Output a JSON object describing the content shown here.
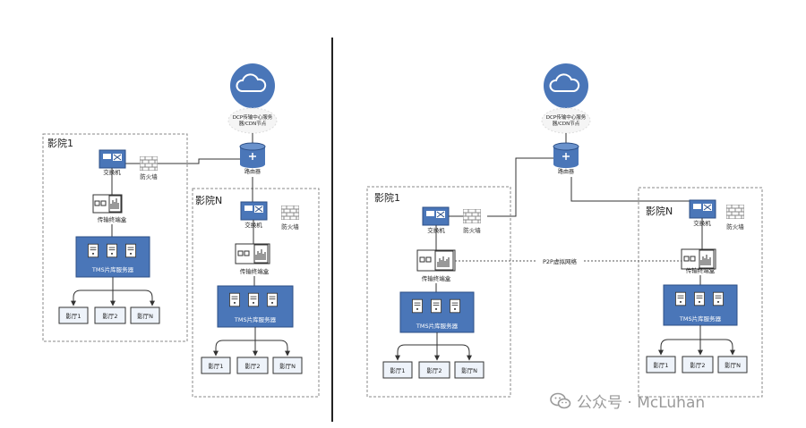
{
  "left": {
    "cloud_label_l1": "DCP传输中心服务",
    "cloud_label_l2": "器/CDN节点",
    "router": "路由器",
    "cinema1": {
      "title": "影院1",
      "switch": "交换机",
      "firewall": "防火墙",
      "terminal": "传输终端盒",
      "server": "TMS片库服务器",
      "halls": [
        "影厅1",
        "影厅2",
        "影厅N"
      ]
    },
    "cinemaN": {
      "title": "影院N",
      "switch": "交换机",
      "firewall": "防火墙",
      "terminal": "传输终端盒",
      "server": "TMS片库服务器",
      "halls": [
        "影厅1",
        "影厅2",
        "影厅N"
      ]
    }
  },
  "right": {
    "cloud_label_l1": "DCP传输中心服务",
    "cloud_label_l2": "器/CDN节点",
    "router": "路由器",
    "p2p": "P2P虚拟网络",
    "cinema1": {
      "title": "影院1",
      "switch": "交换机",
      "firewall": "防火墙",
      "terminal": "传输终端盒",
      "server": "TMS片库服务器",
      "halls": [
        "影厅1",
        "影厅2",
        "影厅N"
      ]
    },
    "cinemaN": {
      "title": "影院N",
      "switch": "交换机",
      "firewall": "防火墙",
      "terminal": "传输终端盒",
      "server": "TMS片库服务器",
      "halls": [
        "影厅1",
        "影厅2",
        "影厅N"
      ]
    }
  },
  "watermark": "公众号 · McLuhan",
  "colors": {
    "blue": "#4a76b8",
    "dark": "#2c4f86",
    "line": "#333333",
    "hall_fill": "#eef3fa"
  }
}
